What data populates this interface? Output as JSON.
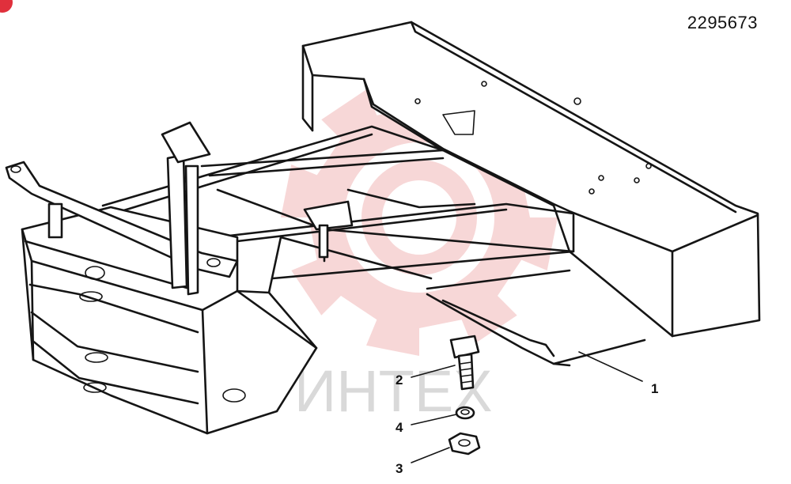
{
  "document": {
    "part_number": "2295673"
  },
  "watermark": {
    "text": "ИНТЕХ",
    "gear_color": "#f2b8b8",
    "text_color": "#d9d9d9"
  },
  "badge": {
    "color": "#e0303c"
  },
  "callouts": [
    {
      "id": "1",
      "label": "1"
    },
    {
      "id": "2",
      "label": "2"
    },
    {
      "id": "3",
      "label": "3"
    },
    {
      "id": "4",
      "label": "4"
    }
  ]
}
